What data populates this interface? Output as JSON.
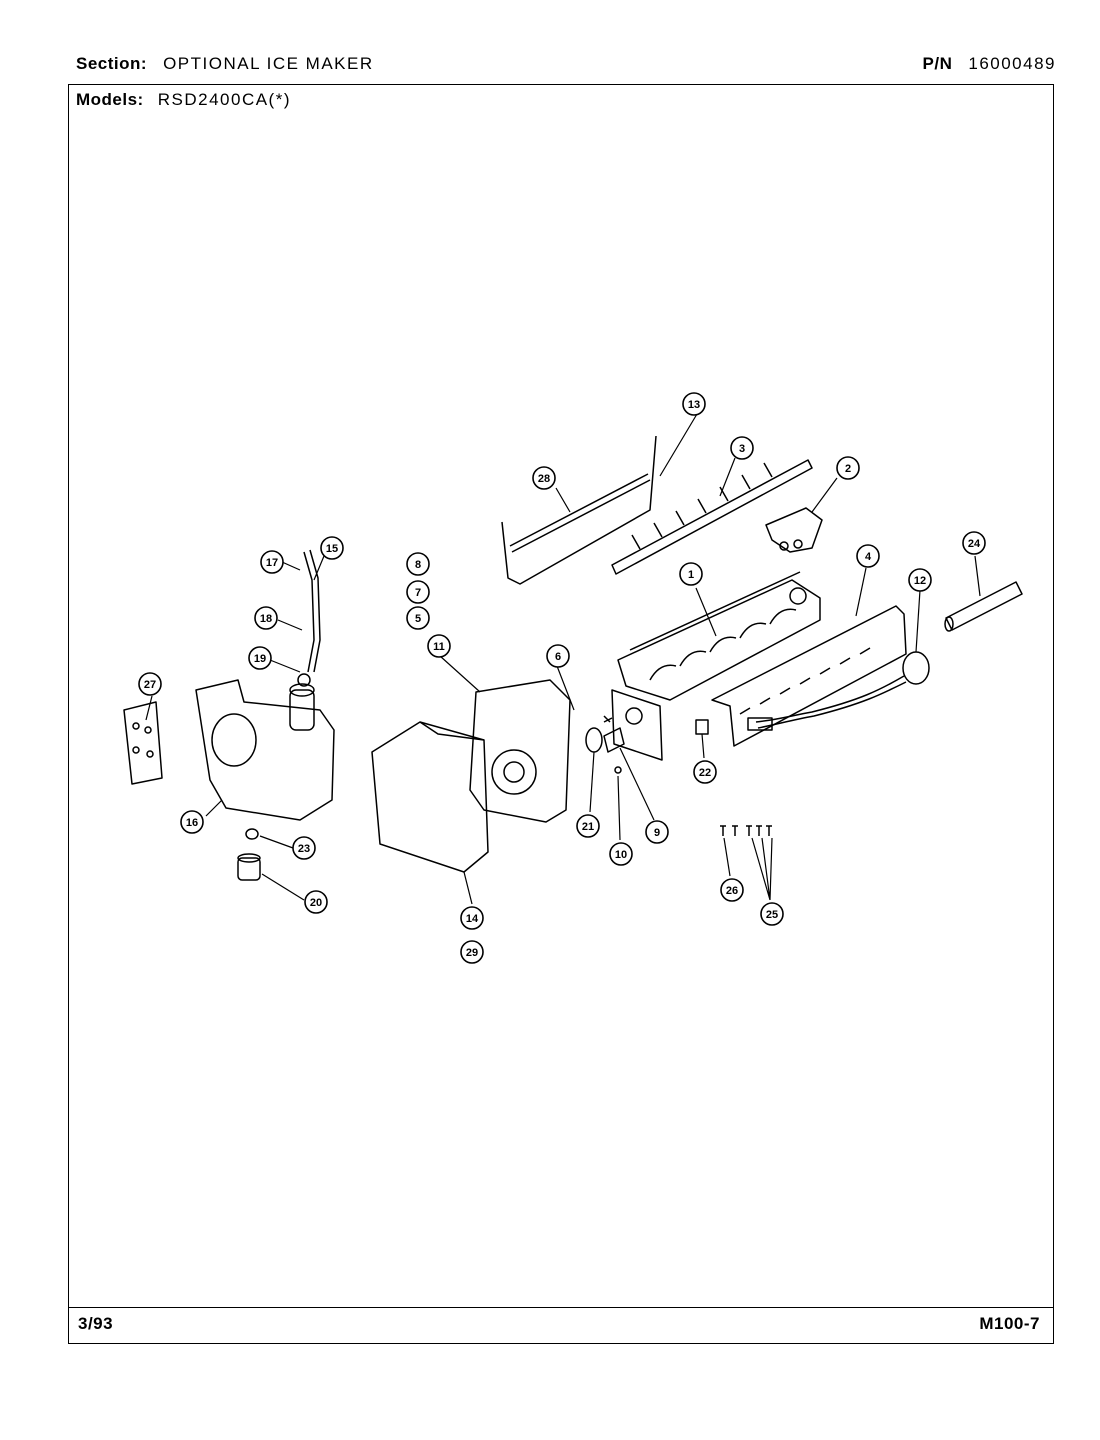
{
  "header": {
    "section_label": "Section:",
    "section_value": "OPTIONAL ICE MAKER",
    "pn_label": "P/N",
    "pn_value": "16000489"
  },
  "models": {
    "label": "Models:",
    "value": "RSD2400CA(*)"
  },
  "footer": {
    "date": "3/93",
    "code": "M100-7"
  },
  "callouts": [
    "1",
    "2",
    "3",
    "4",
    "5",
    "6",
    "7",
    "8",
    "9",
    "10",
    "11",
    "12",
    "13",
    "14",
    "15",
    "16",
    "17",
    "18",
    "19",
    "20",
    "21",
    "22",
    "23",
    "24",
    "25",
    "26",
    "27",
    "28",
    "29"
  ]
}
